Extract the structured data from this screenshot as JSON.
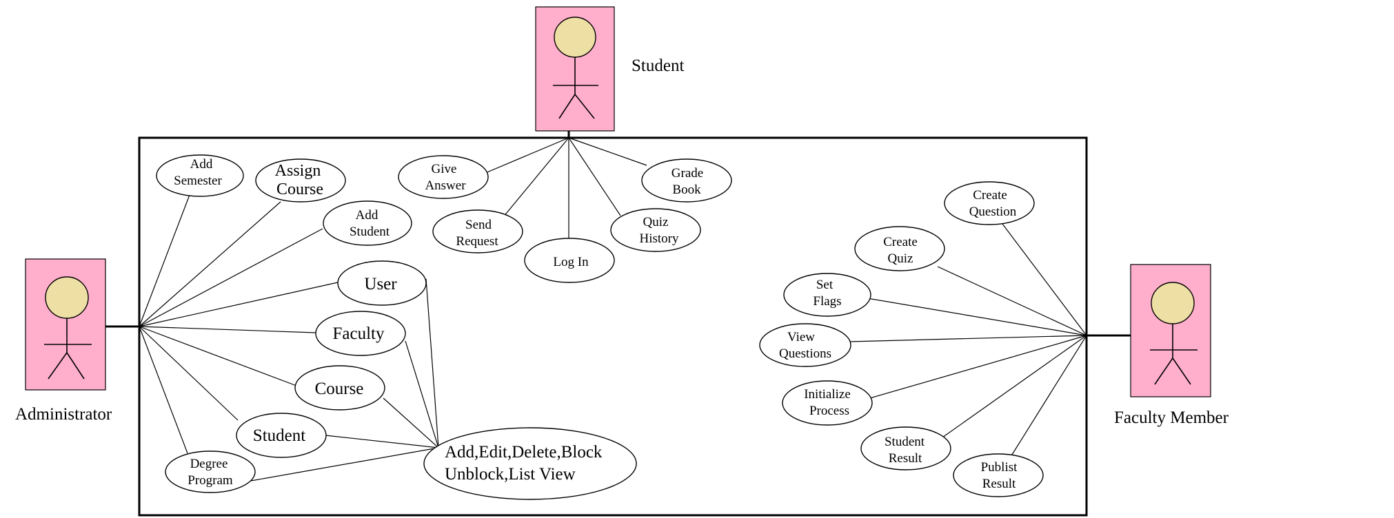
{
  "actors": {
    "student": "Student",
    "administrator": "Administrator",
    "faculty": "Faculty Member"
  },
  "use_cases": {
    "add_semester": [
      "Add",
      "Semester"
    ],
    "assign_course": [
      "Assign",
      "Course"
    ],
    "add_student": [
      "Add",
      "Student"
    ],
    "user": [
      "User"
    ],
    "faculty": [
      "Faculty"
    ],
    "course": [
      "Course"
    ],
    "student": [
      "Student"
    ],
    "degree_program": [
      "Degree",
      "Program"
    ],
    "crud": [
      "Add,Edit,Delete,Block",
      "Unblock,List View"
    ],
    "give_answer": [
      "Give",
      "Answer"
    ],
    "send_request": [
      "Send",
      "Request"
    ],
    "log_in": [
      "Log In"
    ],
    "quiz_history": [
      "Quiz",
      "History"
    ],
    "grade_book": [
      "Grade",
      "Book"
    ],
    "create_question": [
      "Create",
      "Question"
    ],
    "create_quiz": [
      "Create",
      "Quiz"
    ],
    "set_flags": [
      "Set",
      "Flags"
    ],
    "view_questions": [
      "View",
      "Questions"
    ],
    "initialize_process": [
      "Initialize",
      "Process"
    ],
    "student_result": [
      "Student",
      "Result"
    ],
    "publist_result": [
      "Publist",
      "Result"
    ]
  },
  "colors": {
    "actor_fill": "#ffaecb",
    "head_fill": "#eedfa5",
    "line": "#000000",
    "background": "#ffffff"
  }
}
